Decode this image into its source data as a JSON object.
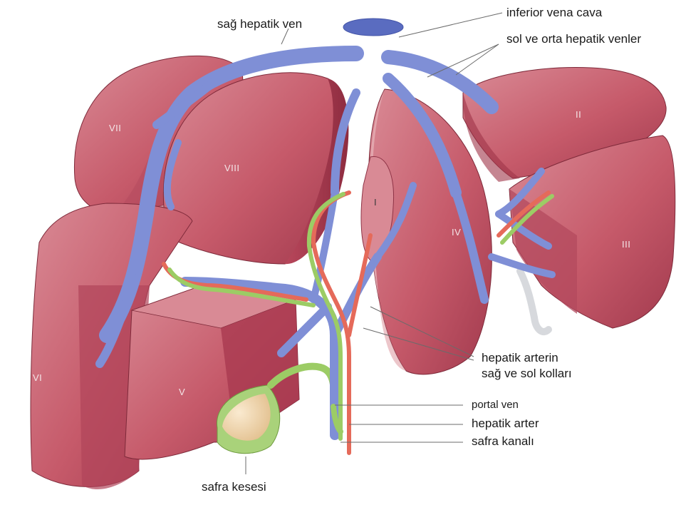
{
  "labels": {
    "ivc": "inferior vena cava",
    "right_hepatic_vein": "sağ hepatik ven",
    "left_middle_hepatic_veins": "sol ve orta hepatik venler",
    "hepatic_artery_branches_1": "hepatik arterin",
    "hepatic_artery_branches_2": "sağ ve sol kolları",
    "portal_vein": "portal ven",
    "hepatic_artery": "hepatik arter",
    "bile_duct": "safra kanalı",
    "gallbladder": "safra kesesi"
  },
  "segments": {
    "I": "I",
    "II": "II",
    "III": "III",
    "IV": "IV",
    "V": "V",
    "VI": "VI",
    "VII": "VII",
    "VIII": "VIII"
  },
  "colors": {
    "liver": "#c65a6a",
    "liver_dark": "#9e3447",
    "liver_light": "#d98a95",
    "vein": "#7f8fd6",
    "vein_dark": "#5a6cc0",
    "artery": "#e56a5a",
    "bile": "#9ccc65",
    "gallbladder_fill": "#f2d9b0"
  }
}
